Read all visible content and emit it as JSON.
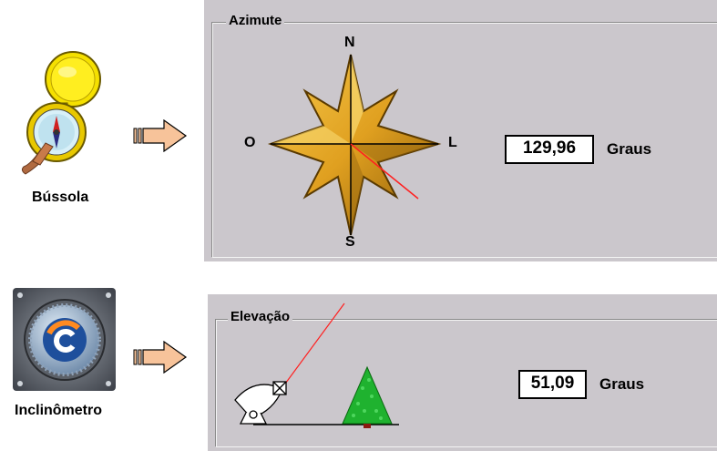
{
  "devices": {
    "compass_label": "Bússola",
    "inclinometer_label": "Inclinômetro"
  },
  "azimuth": {
    "title": "Azimute",
    "value": "129,96",
    "unit": "Graus",
    "directions": {
      "north": "N",
      "south": "S",
      "east": "L",
      "west": "O"
    },
    "needle_color": "#ff2020"
  },
  "elevation": {
    "title": "Elevação",
    "value": "51,09",
    "unit": "Graus",
    "beam_color": "#ff2020"
  },
  "colors": {
    "panel_bg": "#cbc7cc",
    "arrow_fill": "#f7c39a",
    "star_gold": "#e0a020",
    "tree_green": "#22b533"
  }
}
